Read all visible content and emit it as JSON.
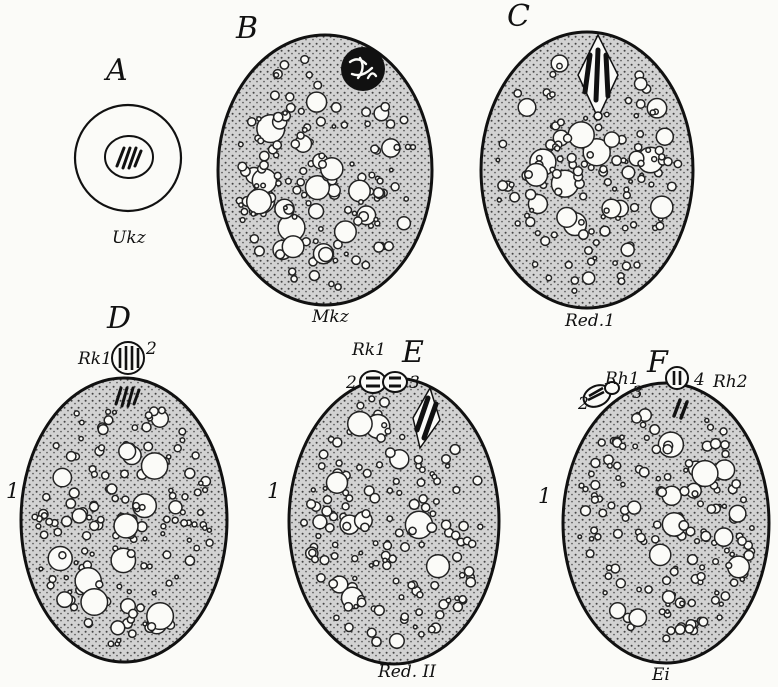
{
  "figure": {
    "panels": [
      {
        "letter": "A",
        "caption": "Ukz"
      },
      {
        "letter": "B",
        "caption": "Mkz"
      },
      {
        "letter": "C",
        "caption": "Red.1"
      },
      {
        "letter": "D",
        "caption": "",
        "body_label": "Rk1",
        "body_num": "2",
        "side_num": "1"
      },
      {
        "letter": "E",
        "caption": "Red. II",
        "body_label": "Rk1",
        "body_num_left": "2",
        "body_num_right": "3",
        "side_num": "1"
      },
      {
        "letter": "F",
        "caption": "Ei",
        "body_label": "Rh1",
        "body_label_2": "Rh2",
        "body_num_left": "2",
        "body_num_right": "3",
        "body_num_far": "4",
        "side_num": "1"
      }
    ]
  }
}
